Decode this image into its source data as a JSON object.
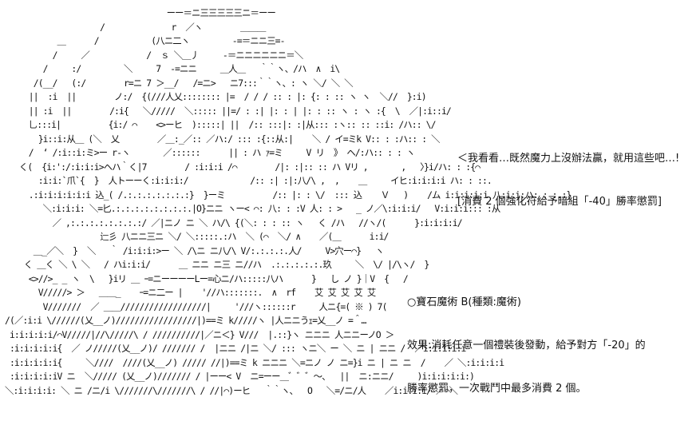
{
  "art": {
    "lines": [
      "                                  ーー＝ニ三三三三三ニ＝ーー",
      "                    /              r  ／ヽ        ＿＿＿",
      "           ＿      /           (八ニ二ヽ         -=＝ニニ三=-",
      "          /     ／            /  ｓ ＼＿丿     -＝ニニニニニニ＝＼",
      "        /     :/         ＼     7  -=ニニ     ＿人＿   ｀｀ヽ、/ハ  ∧  i\\",
      "      /(__/   (:/        r=ニ 7 ＞__/   /=ニ>   ニ7:::｀｀ヽ、: ヽ ＼/ ＼ ＼",
      "     ||  :i  ||        ノ:/  {(///人乂:::::::: |=  / / / :: : |: {: : :: ヽ ヽ  ＼//  }:i)",
      "     || :i  ||        /:i{   ＼/////  ＼::::: ||=/ : :| |: : | |: : :: ヽ : ヽ :{  \\  ／|:i::i/",
      "     乚:::i|          {i:/ ⌒    <>ーヒ  ):::::| ||  /:: :::|: :|从::: :ヽ:: :: ::i: /ハ:: \\/",
      "       }i::i:从＿ (＼  乂        ／＿:_／:: ／ハ:/ ::: :{::从:|    ＼ / イ=ミk V:: : :ハ:: : ＼",
      "     /  ‘ /:i::i:ミ>ー r-ヽ       ／::::::      || : ハ ｧ=ミ     V リ  》 ヘ/:ハ:: : : ヽ",
      "   く(  {i:':/:i:i:i>ヘハ｀く|7        / :i:i:i /⌒        /|: :|:: :: ハ Vリ ,       ,   〉}i/ハ: : :{⌒",
      "       :i:i:`爪`{  }  人トーーく:i:i:i:/             /:: :| :|:八/\\ ,  ,    ＿     イヒ:i:i:i:i ハ: : ::.",
      "     .:i:i:i:i:i:i 込_( /.:.:.:.:.:.:.:}  }ーミ          /:: |: : \\/  ::: 込    Ｖ   )    /ム i:i:i:i:i 八:i:i:ハ: : :.:}",
      "        ＼:i:i:i: ＼=匕.:.:.:.:.:.:.:.:.|O}ニニ ヽー< ⌒: 八: : :V 人: : >   _ ノ／\\:i:i:i/   V:i:i:i::: :从",
      "          ／ ,:.:.:.:.:.:.:.:/ ／|ニノ ニ ＼ ハ/\\ {(＼: : : :: ヽ   く /ハ   //ヽ/(      }:i:i:i:i/",
      "                    辷彡 八ニニ三ニ ＼/ ＼:::::.:ハ  ＼ (⌒  ＼/ ∧    ／(＿      i:i/",
      "      ＿_／＼  }  ＼   ｀ /i:i:i:>ー ＼ /\\ニ ニ八/\\ V/:.:.:.:.人/     V>穴ー⌒}   ヽ",
      "    く ＿く ＼ \\ ＼   / ハi:i:i/      ＿ ニニ ニ三 ニ//ハ  .:.:.:.:.:.玖     ＼  \\/ |/\\ヽ/  }",
      "     <>//>_ _ ヽ  \\   }iリ ＿ ｰ=ニーーーーLー=心ニ/ハ:::::八ハ      }   し ノ }｜V  {   /",
      "       V/////> ＞   ＿＿_    ｰ=ニ二ー |    '//ハ:::::::.  ∧  rf    艾 艾 艾 艾 艾",
      "        V///////  ／ ＿＿//////////////////|     '///ヽ::::::r     人ニ{=( ※ ) 7(",
      "/(／:i:i \\//////(乂__ノ)/////////////////|)==ミ k/////ヽ |人ニニうｪ=乂__ノ =＾…",
      " i:i:i:i:i/⌒V/////|//\\/////\\ / //////////|／ニ＜} V///  |.::}ヽ ニニニ 人ニニーノO ＞",
      " :i:i:i:i:i{  ／ ノ/////(乂__ノ)/ /////// /  |ニニ /|ニ ＼/ ::: ヽニ＼ ー ＼ ニ | ニニ /  ／i:i:i:i:i",
      " :i:i:i:i:i{     ＼////  ////(乂__ノ) ///// //|)==ミ k ニニニ ＼=ニノ ノ ニ=}i ニ | ニ ニ  /    ／ ＼:i:i:i:i",
      " :i:i:i:i:iV ニ  ＼///// (乂__ノ)/////// / |ーー< V  ニ=ーー＿゛゛゛〜、  ||  ニ:ニニ/     )i:i:i:i:i:)",
      "＼:i:i:i:i: ＼ ニ /ニ/i \\///////\\///////\\ / //|⌒)ーヒ   ｀｀ヽ、  O   ＼=/ニ/人    ／i:i:i:i/ ／⌒＼"
    ]
  },
  "dialog": {
    "line1": "＜我看看…既然魔力上沒辦法贏，就用這些吧…!",
    "line2": "[消費 2 個強化符給予暗組「-40」勝率懲罰]"
  },
  "card": {
    "title": "○寶石魔術 B(種類:魔術)",
    "effect_line1": "效果:消耗任意一個禮裝後發動，給予對方「-20」的",
    "effect_line2": "勝率懲罰，一次戰鬥中最多消費 2 個。"
  }
}
